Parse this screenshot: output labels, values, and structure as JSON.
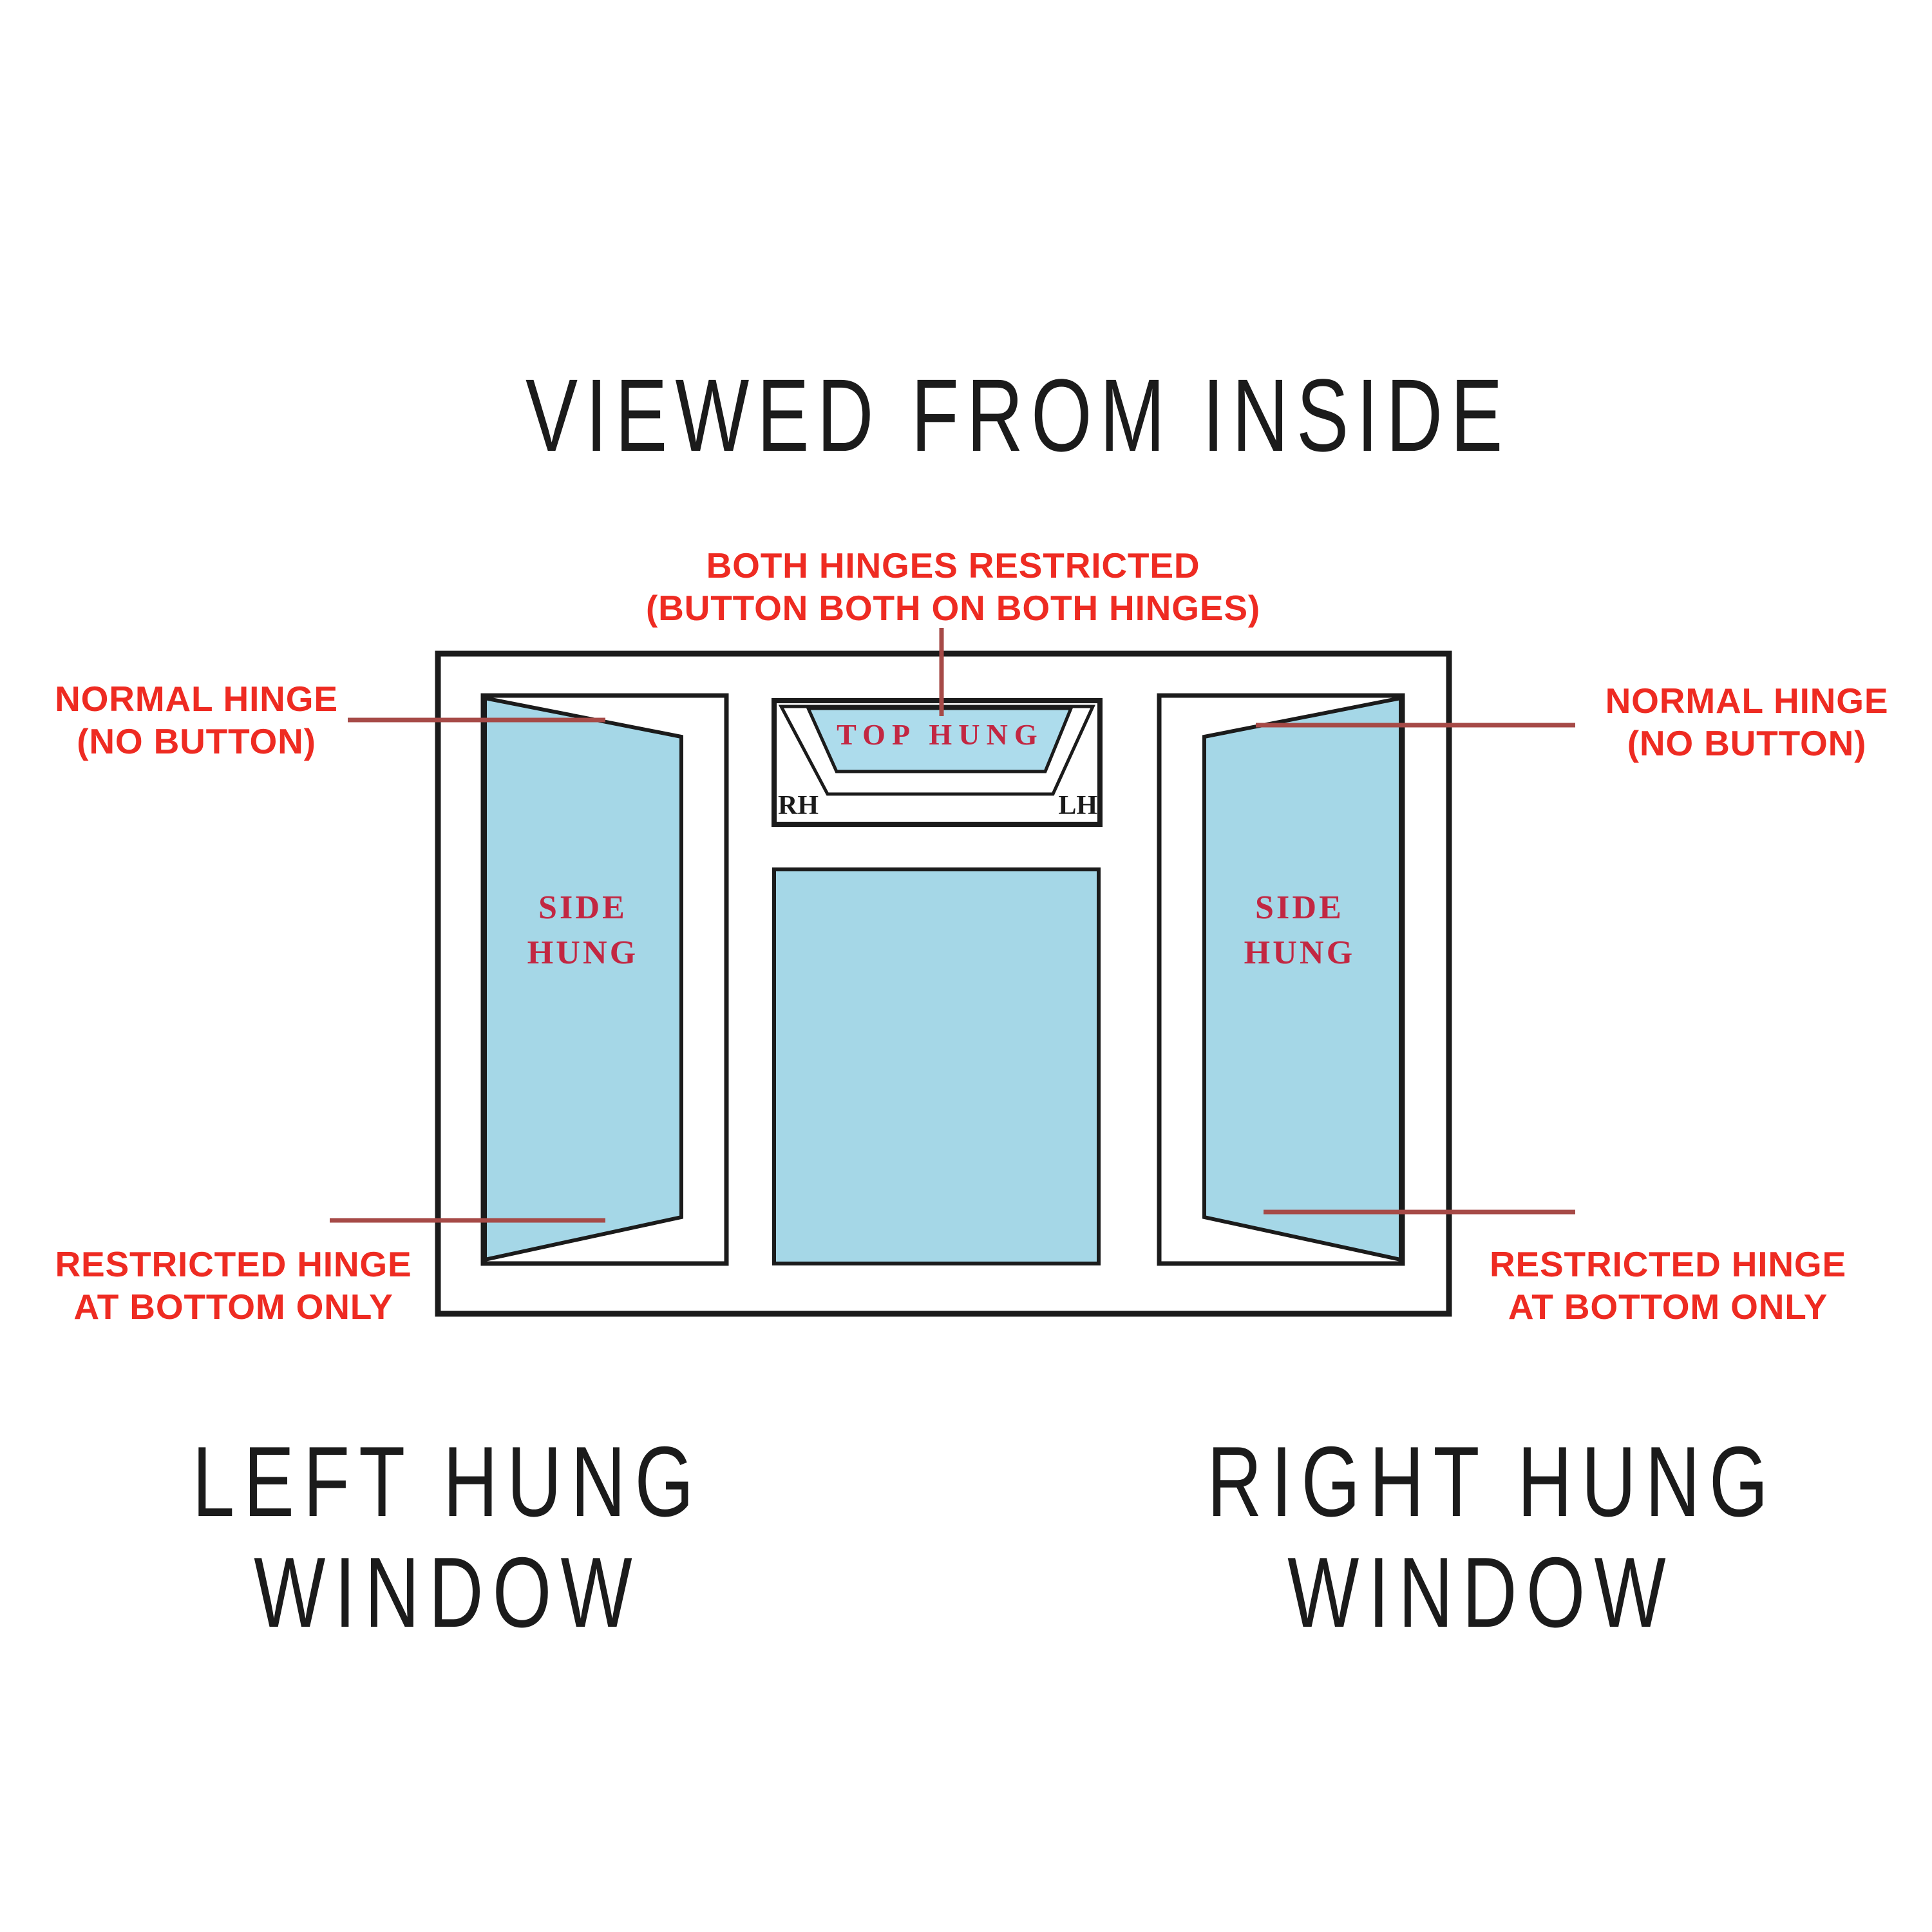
{
  "title": "VIEWED FROM INSIDE",
  "annotations": {
    "top": {
      "line1": "BOTH HINGES RESTRICTED",
      "line2": "(BUTTON BOTH ON BOTH HINGES)"
    },
    "left_top": {
      "line1": "NORMAL HINGE",
      "line2": "(NO BUTTON)"
    },
    "right_top": {
      "line1": "NORMAL HINGE",
      "line2": "(NO BUTTON)"
    },
    "left_bottom": {
      "line1": "RESTRICTED HINGE",
      "line2": "AT BOTTOM ONLY"
    },
    "right_bottom": {
      "line1": "RESTRICTED HINGE",
      "line2": "AT BOTTOM ONLY"
    }
  },
  "window": {
    "top_vent_label": "TOP HUNG",
    "left_sash": {
      "line1": "SIDE",
      "line2": "HUNG"
    },
    "right_sash": {
      "line1": "SIDE",
      "line2": "HUNG"
    },
    "corner_left": "RH",
    "corner_right": "LH"
  },
  "footer": {
    "left": {
      "line1": "LEFT HUNG",
      "line2": "WINDOW"
    },
    "right": {
      "line1": "RIGHT HUNG",
      "line2": "WINDOW"
    }
  },
  "colors": {
    "ink": "#1b1b1b",
    "pane_blue": "#a5d7e7",
    "sash_blue": "#addcec",
    "red_text": "#ee2b22",
    "red_line": "#a64a47",
    "crimson": "#c22742",
    "bg": "#ffffff"
  }
}
